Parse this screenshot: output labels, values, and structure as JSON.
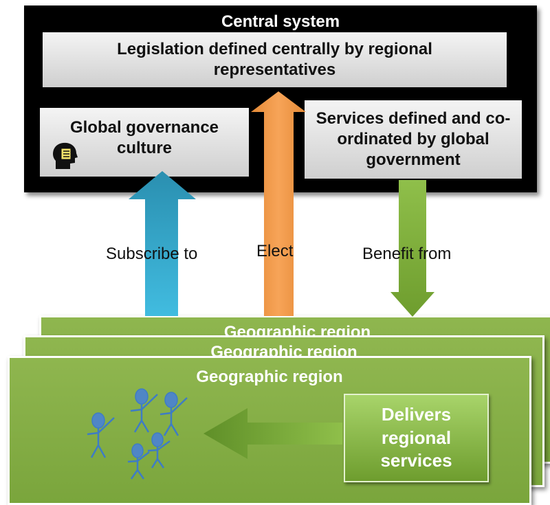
{
  "central": {
    "title": "Central system",
    "legislation": "Legislation defined centrally by regional representatives",
    "culture": "Global governance culture",
    "services": "Services defined and co-ordinated by global government"
  },
  "arrows": {
    "subscribe": "Subscribe to",
    "elect": "Elect",
    "benefit": "Benefit from"
  },
  "regions": {
    "title": "Geographic region",
    "delivers": "Delivers regional services"
  },
  "colors": {
    "central_bg": "#000000",
    "box_gradient_top": "#f4f4f4",
    "region_green": "#7aa53c",
    "subscribe_arrow": "#3db6d9",
    "elect_arrow": "#f29a4a",
    "benefit_arrow": "#7fad3e",
    "deliver_arrow": "#6c9c2f",
    "people": "#4f86c6"
  },
  "icons": {
    "culture_icon": "head-document-icon",
    "people": "stick-figure-icon"
  }
}
